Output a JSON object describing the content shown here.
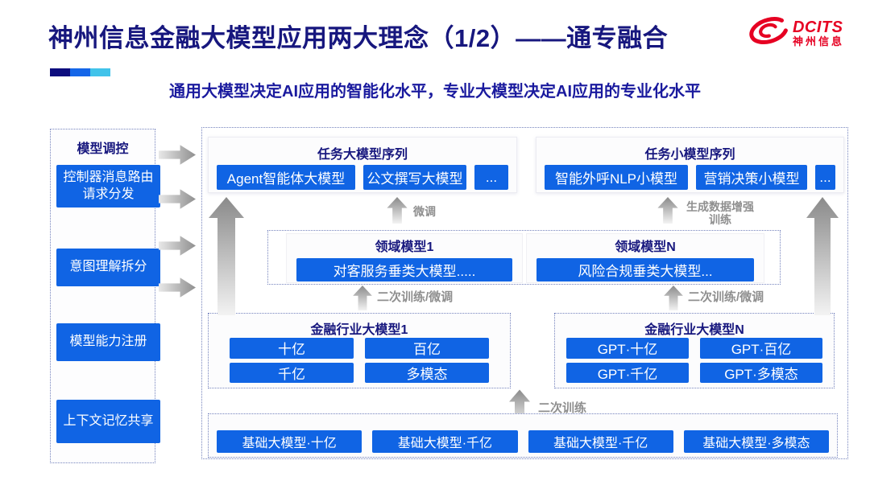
{
  "colors": {
    "accent_blue": "#1064e4",
    "navy": "#17177e",
    "subtitle_blue": "#1a1a9e",
    "brand_red": "#e60022",
    "label_gray": "#8f8f8f"
  },
  "icons": {
    "logo": "dcits-swirl-icon",
    "flow_right": "arrow-right-icon",
    "flow_up": "arrow-up-icon"
  },
  "header": {
    "title": "神州信息金融大模型应用两大理念（1/2）——通专融合",
    "subtitle": "通用大模型决定AI应用的智能化水平，专业大模型决定AI应用的专业化水平",
    "logo": {
      "brand": "DCITS",
      "brand_cn": "神州信息"
    }
  },
  "sidebar": {
    "title": "模型调控",
    "items": [
      "控制器消息路由请求分发",
      "意图理解拆分",
      "模型能力注册",
      "上下文记忆共享"
    ]
  },
  "diagram": {
    "task_large": {
      "title": "任务大模型序列",
      "items": [
        "Agent智能体大模型",
        "公文撰写大模型",
        "..."
      ]
    },
    "task_small": {
      "title": "任务小模型序列",
      "items": [
        "智能外呼NLP小模型",
        "营销决策小模型",
        "..."
      ]
    },
    "labels": {
      "finetune": "微调",
      "gen_data": "生成数据增强训练",
      "retrain_finetune": "二次训练/微调",
      "retrain": "二次训练"
    },
    "domain": [
      {
        "title": "领域模型1",
        "item": "对客服务垂类大模型....."
      },
      {
        "title": "领域模型N",
        "item": "风险合规垂类大模型..."
      }
    ],
    "industry": [
      {
        "title": "金融行业大模型1",
        "items": [
          "十亿",
          "百亿",
          "千亿",
          "多模态"
        ]
      },
      {
        "title": "金融行业大模型N",
        "items": [
          "GPT·十亿",
          "GPT·百亿",
          "GPT·千亿",
          "GPT·多模态"
        ]
      }
    ],
    "base": {
      "items": [
        "基础大模型·十亿",
        "基础大模型·千亿",
        "基础大模型·千亿",
        "基础大模型·多模态"
      ]
    }
  }
}
